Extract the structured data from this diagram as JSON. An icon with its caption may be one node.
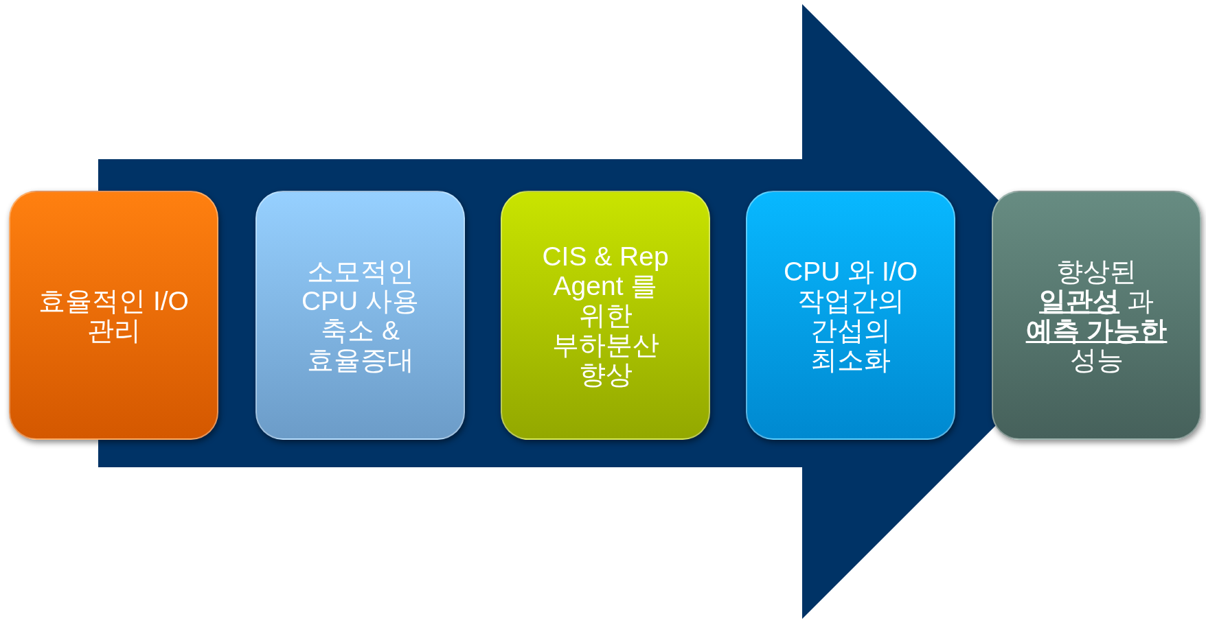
{
  "diagram": {
    "nodes": [
      {
        "text": [
          "효율적인 I/O 관리"
        ]
      },
      {
        "text": [
          "소모적인 CPU 사용 축소 & 효율증대"
        ]
      },
      {
        "text": [
          "CIS & Rep Agent 를 위한 부하분산 향상"
        ]
      },
      {
        "text": [
          "CPU 와 I/O 작업간의 간섭의 최소화"
        ]
      },
      {
        "text": [
          "향상된 **일관성** 과 **예측 가능한** 성능"
        ]
      }
    ],
    "edges": [
      {
        "from": 0,
        "to": 4,
        "arrow": "to"
      }
    ]
  }
}
